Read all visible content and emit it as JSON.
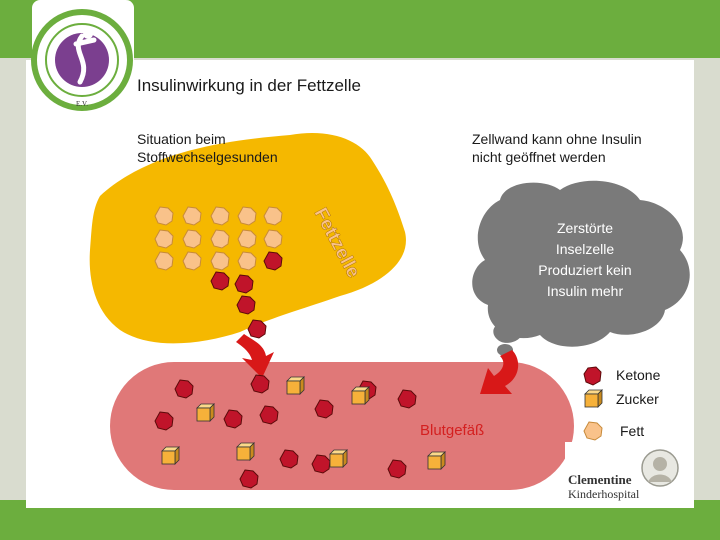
{
  "slide": {
    "title": "Insulinwirkung in der Fettzelle",
    "left_note": [
      "Situation beim",
      "Stoffwechselgesunden"
    ],
    "right_note": [
      "Zellwand kann ohne Insulin",
      "nicht geöffnet werden"
    ]
  },
  "cell": {
    "label": "Fettzelle"
  },
  "cloud": {
    "lines": [
      "Zerstörte",
      "Inselzelle",
      "Produziert kein",
      "Insulin mehr"
    ],
    "color": "#7a7a7a"
  },
  "vessel": {
    "label": "Blutgefäß",
    "color": "#e07878"
  },
  "legend": [
    {
      "label": "Ketone",
      "icon": "ketone-icon"
    },
    {
      "label": "Zucker",
      "icon": "sugar-cube-icon"
    },
    {
      "label": "Fett",
      "icon": "fat-droplet-icon"
    }
  ],
  "logos": {
    "top_left": {
      "text": "E.V.",
      "icon": "diabetes-association-logo"
    },
    "bottom_right": {
      "line1": "Clementine",
      "line2": "Kinderhospital",
      "icon": "clementine-logo"
    }
  },
  "colors": {
    "frame_green": "#6cae3e",
    "cell_yellow": "#f5b800",
    "ketone_red": "#c0142a",
    "sugar_orange": "#f6b13a",
    "fat_peach": "#f9c28a",
    "arrow_red": "#d81818"
  }
}
